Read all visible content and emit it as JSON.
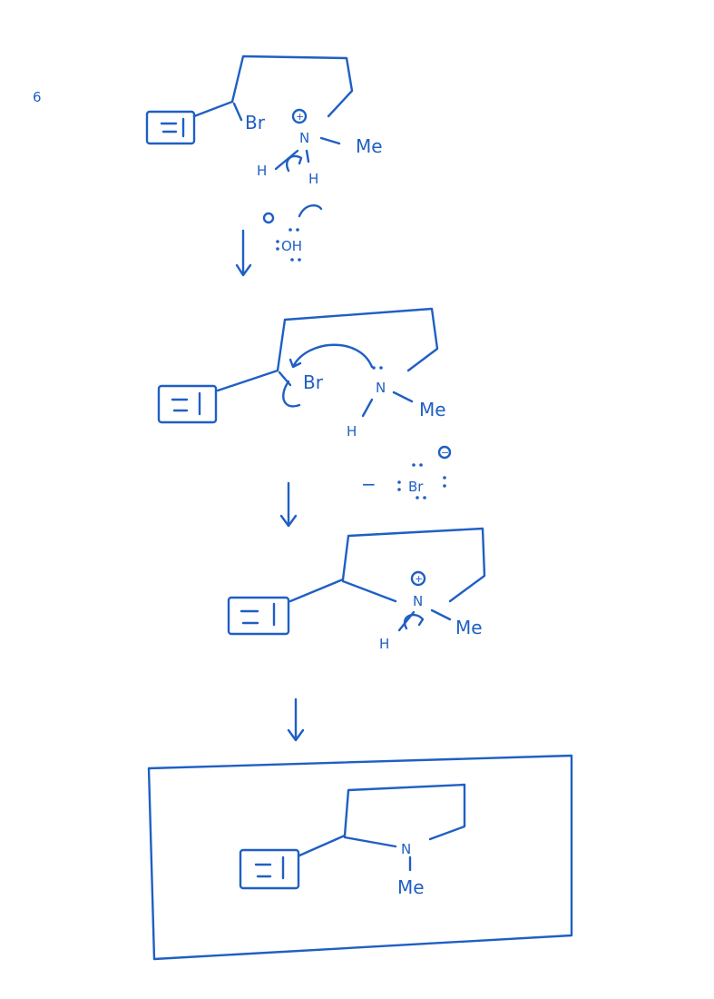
{
  "labels": {
    "problem_number": "6",
    "br": "Br",
    "n": "N",
    "me": "Me",
    "h": "H",
    "oh": "OH",
    "plus": "+",
    "minus": "−"
  },
  "steps": [
    {
      "id": "protonated-amine"
    },
    {
      "id": "free-amine"
    },
    {
      "id": "cyclized-ammonium"
    },
    {
      "id": "final-product"
    }
  ]
}
